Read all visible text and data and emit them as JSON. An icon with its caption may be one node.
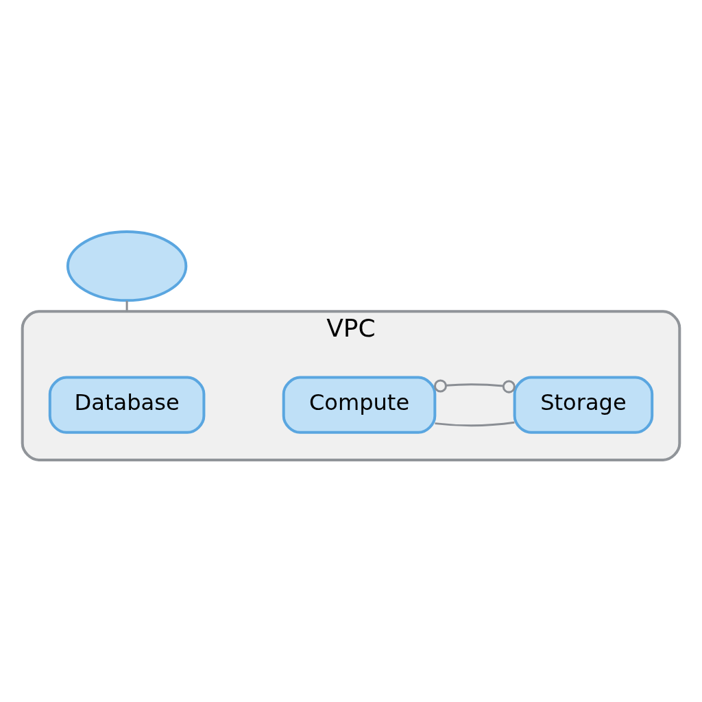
{
  "diagram": {
    "nodes": [
      {
        "text": [],
        "shape": "cloud"
      },
      {
        "text": [
          "VPC"
        ]
      },
      {
        "text": [
          "Compute"
        ],
        "in": 1
      },
      {
        "text": [
          "Database"
        ],
        "in": 1
      },
      {
        "text": [
          "Storage"
        ],
        "in": 1
      }
    ],
    "edges": [
      {
        "from": 0,
        "to": 1,
        "arrow": "none"
      },
      {
        "from": 2,
        "to": 4,
        "arrow": "none"
      },
      {
        "from": 2,
        "to": 4,
        "arrow": "other"
      }
    ]
  }
}
